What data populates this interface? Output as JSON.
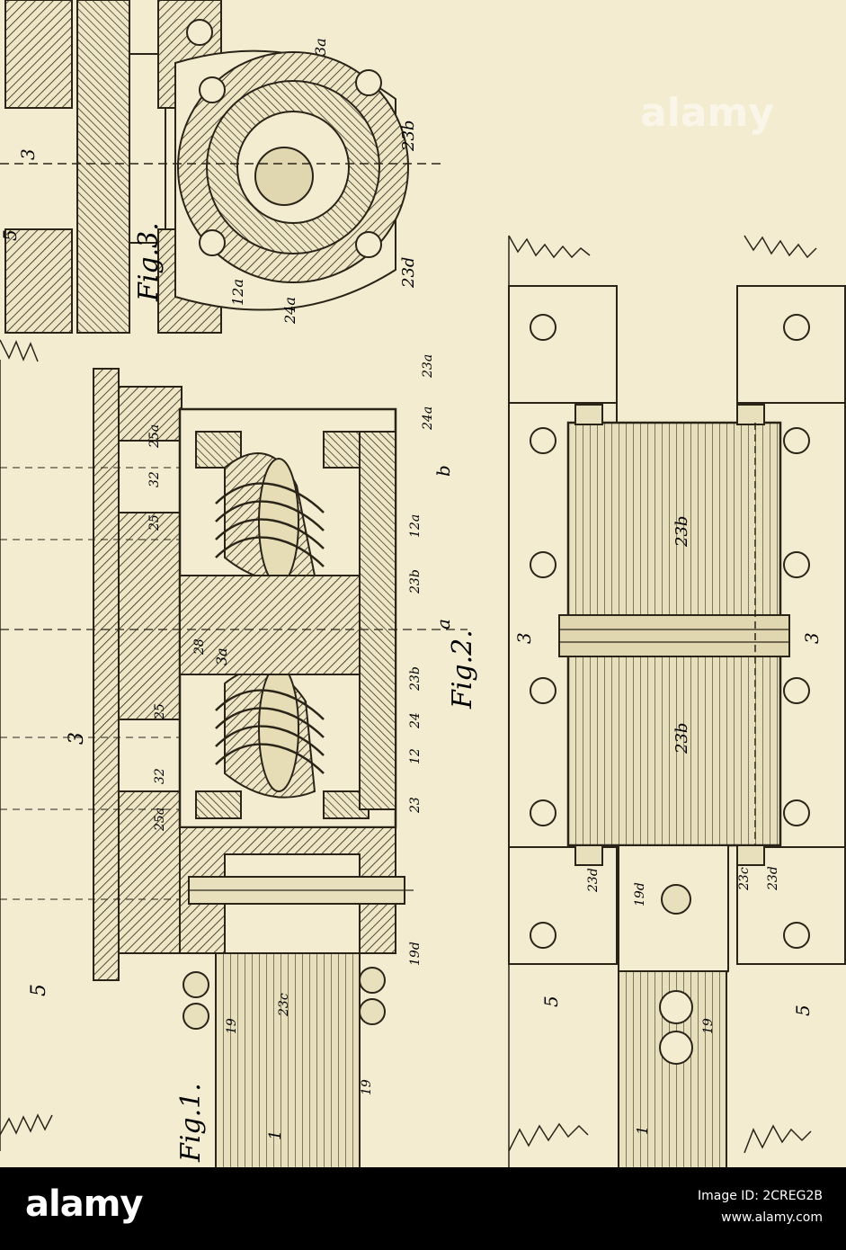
{
  "figure": {
    "fig1": "Fig.1.",
    "fig2": "Fig.2.",
    "fig3": "Fig.3.",
    "labels": {
      "n5": "5",
      "n3": "3",
      "n3a": "3a",
      "n23b": "23b",
      "n23d": "23d",
      "n12a": "12a",
      "n24a": "24a",
      "n23a": "23a",
      "n25a": "25a",
      "n25": "25",
      "n32": "32",
      "nb": "b",
      "na": "a",
      "n12": "12",
      "n24": "24",
      "n23": "23",
      "n19d": "19d",
      "n23c": "23c",
      "n19": "19",
      "n1": "1",
      "n28": "28"
    }
  },
  "footer": {
    "logo": "alamy",
    "image_id": "Image ID: 2CREG2B",
    "url": "www.alamy.com"
  },
  "watermark": "alamy",
  "colors": {
    "paper": "#f3ecd0",
    "ink": "#2a2418",
    "footer": "#000000"
  }
}
